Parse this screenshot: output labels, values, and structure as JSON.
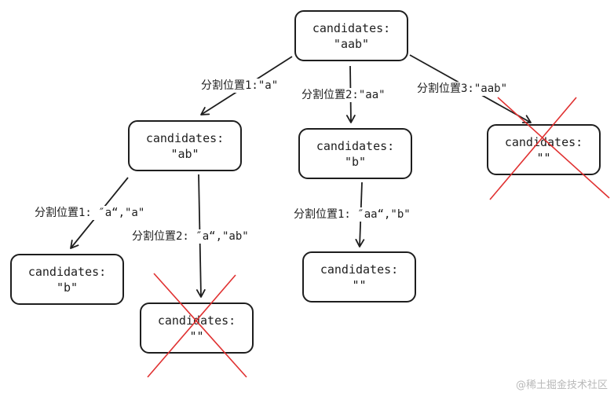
{
  "nodes": {
    "root": {
      "line1": "candidates:",
      "line2": "\"aab\""
    },
    "n_ab": {
      "line1": "candidates:",
      "line2": "\"ab\""
    },
    "n_b_mid": {
      "line1": "candidates:",
      "line2": "\"b\""
    },
    "n_empty_r": {
      "line1": "candidates:",
      "line2": "\"\""
    },
    "n_b_left": {
      "line1": "candidates:",
      "line2": "\"b\""
    },
    "n_empty_l": {
      "line1": "candidates:",
      "line2": "\"\""
    },
    "n_empty_m": {
      "line1": "candidates:",
      "line2": "\"\""
    }
  },
  "edges": {
    "split1_a": "分割位置1:\"a\"",
    "split2_aa": "分割位置2:\"aa\"",
    "split3_aab": "分割位置3:\"aab\"",
    "split1_a_a": "分割位置1: ″a“,\"a\"",
    "split2_a_ab": "分割位置2: ″a“,\"ab\"",
    "split1_aa_b": "分割位置1: ″aa“,\"b\""
  },
  "colors": {
    "stroke": "#1e1e1e",
    "cross": "#e03131",
    "watermark": "#b9b9b9"
  },
  "watermark": "@稀土掘金技术社区"
}
